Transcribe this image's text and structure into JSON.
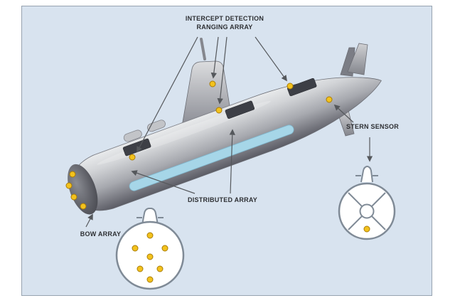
{
  "diagram": {
    "labels": {
      "intercept_line1": "INTERCEPT DETECTION",
      "intercept_line2": "RANGING ARRAY",
      "stern_sensor": "STERN SENSOR",
      "distributed_array": "DISTRIBUTED ARRAY",
      "bow_array": "BOW ARRAY"
    },
    "colors": {
      "panel_background": "#d8e3ef",
      "panel_border": "#97a3b0",
      "sensor_dot": "#f3c21d",
      "sensor_dot_outline": "#a87c08",
      "hull_light": "#eceded",
      "hull_dark": "#55565e",
      "distributed_array_stripe": "#a6d6e8",
      "arrow": "#55585c",
      "label_text": "#2d2f33",
      "cross_section_outline": "#7f8a96"
    },
    "icons": [
      "submarine-illustration",
      "sensor-dot",
      "leader-arrow",
      "bow-cross-section-icon",
      "stern-cross-section-icon"
    ]
  }
}
